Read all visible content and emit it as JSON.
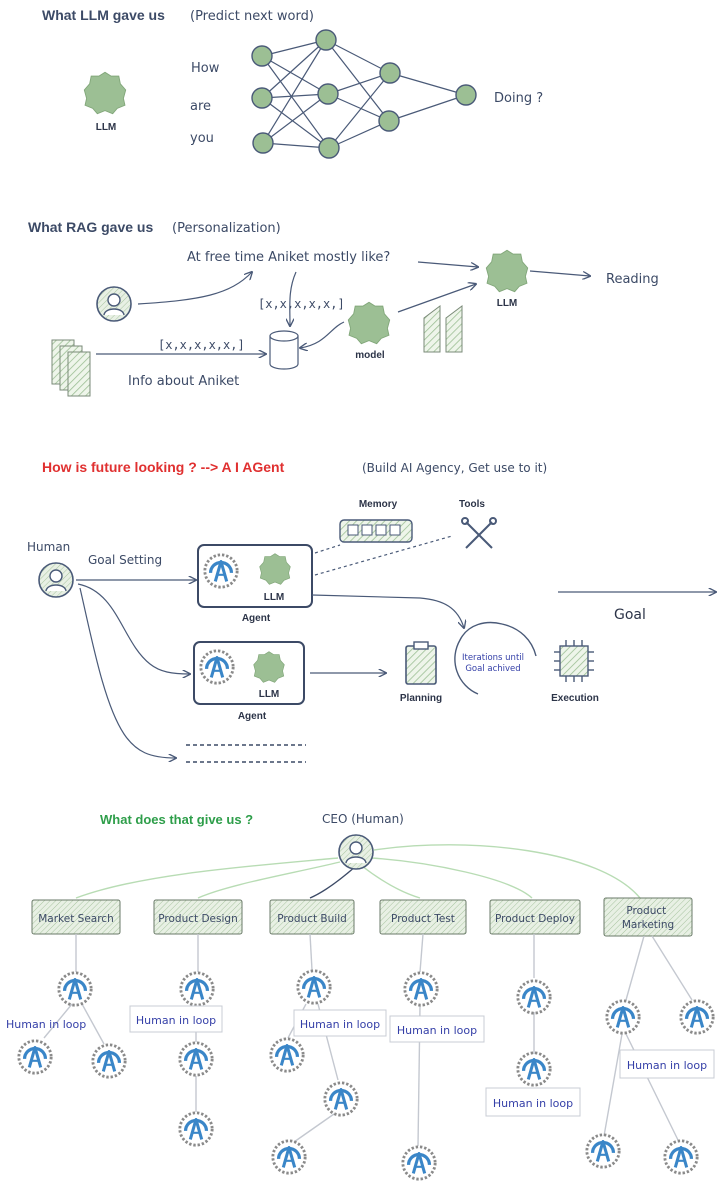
{
  "colors": {
    "ink": "#3c4a66",
    "blob": "#9cbf94",
    "blob_stroke": "#7ea676",
    "red": "#e03030",
    "green": "#2e9e4a",
    "blue_text": "#3540a8",
    "agent_blue": "#3a86c8",
    "box_fill": "#e3efde",
    "line_grey": "#b6bcc6"
  },
  "llm_section": {
    "title": "What LLM gave us",
    "subtitle": "(Predict next word)",
    "llm_label": "LLM",
    "inputs": [
      "How",
      "are",
      "you"
    ],
    "output": "Doing ?"
  },
  "rag_section": {
    "title": "What RAG gave us",
    "subtitle": "(Personalization)",
    "question": "At free time Aniket mostly like?",
    "vector_top": "[x,x,x,x,x,]",
    "vector_left": "[x,x,x,x,x,]",
    "info": "Info about Aniket",
    "model_label": "model",
    "llm_label": "LLM",
    "answer": "Reading"
  },
  "agent_section": {
    "title": "How is future looking ? --> A I AGent",
    "subtitle": "(Build AI Agency, Get use to it)",
    "human_label": "Human",
    "goal_setting": "Goal Setting",
    "agent_label": "Agent",
    "llm_label": "LLM",
    "memory": "Memory",
    "tools": "Tools",
    "planning": "Planning",
    "execution": "Execution",
    "iterations_line1": "Iterations until",
    "iterations_line2": "Goal achived",
    "goal": "Goal"
  },
  "org_section": {
    "title": "What does that give us ?",
    "ceo": "CEO (Human)",
    "departments": [
      "Market Search",
      "Product Design",
      "Product Build",
      "Product Test",
      "Product Deploy",
      "Product\nMarketing"
    ],
    "hil_label": "Human in loop"
  }
}
